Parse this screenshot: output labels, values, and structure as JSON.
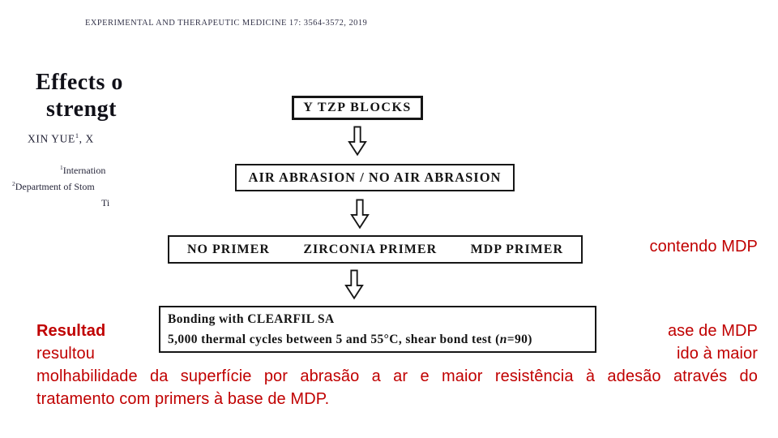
{
  "slide": {
    "background": "#ffffff",
    "accent_red": "#C00000"
  },
  "paper_scan": {
    "journal_header": "EXPERIMENTAL AND THERAPEUTIC MEDICINE 17: 3564-3572, 2019",
    "title_line1": "Effects o",
    "title_line2": "strengt",
    "authors_fragment": "XIN YUE",
    "authors_sup": "1",
    "authors_tail": ", X",
    "affil1_sup": "1",
    "affil1": "Internation",
    "affil2_sup": "2",
    "affil2": "Department of Stom",
    "affil3": "Ti"
  },
  "flowchart": {
    "box1": "Y TZP BLOCKS",
    "box2": "AIR ABRASION / NO AIR ABRASION",
    "box3": [
      "NO PRIMER",
      "ZIRCONIA PRIMER",
      "MDP PRIMER"
    ],
    "box4_line1": "Bonding with CLEARFIL SA",
    "box4_line2_pre": "5,000 thermal cycles between 5 and 55°C, shear bond test (",
    "box4_line2_n": "n",
    "box4_line2_post": "=90)"
  },
  "slide_text": {
    "right_fragment": "contendo MDP",
    "line1_left": "Resultad",
    "line1_right": "ase de MDP",
    "line2_left": "resultou",
    "line2_right": "ido à maior",
    "line3": "molhabilidade da superfície por abrasão a ar e maior resistência à adesão através do",
    "line4": "tratamento com primers à base de MDP."
  }
}
